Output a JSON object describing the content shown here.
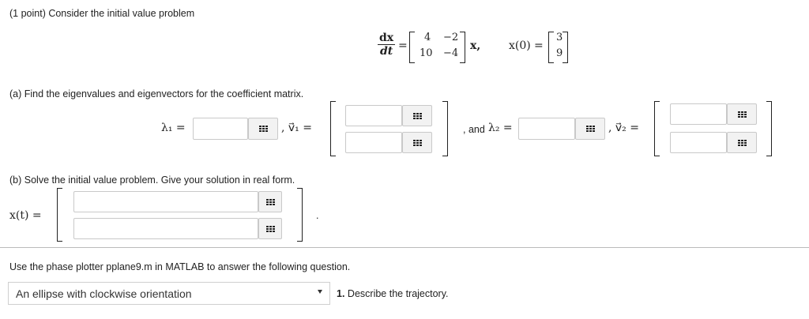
{
  "problem": {
    "intro": "(1 point) Consider the initial value problem",
    "ode": {
      "lhs_num": "dx",
      "lhs_den": "dt",
      "equals": "=",
      "matrix": [
        "4",
        "−2",
        "10",
        "−4"
      ],
      "rhs_var": "x,",
      "ic_label": "x(0)",
      "ic_equals": "=",
      "ic_vector": [
        "3",
        "9"
      ]
    }
  },
  "part_a": {
    "prompt": "(a) Find the eigenvalues and eigenvectors for the coefficient matrix.",
    "lambda1_label": "λ₁ =",
    "v1_label": ", v⃗₁ =",
    "and_label": ", and",
    "lambda2_label": "λ₂ =",
    "v2_label": ", v⃗₂ ="
  },
  "part_b": {
    "prompt": "(b) Solve the initial value problem. Give your solution in real form.",
    "x_label": "x(t) =",
    "period": "."
  },
  "phase": {
    "instruction": "Use the phase plotter pplane9.m in MATLAB to answer the following question.",
    "select_value": "An ellipse with clockwise orientation",
    "question_number": "1.",
    "question_text": "Describe the trajectory."
  }
}
